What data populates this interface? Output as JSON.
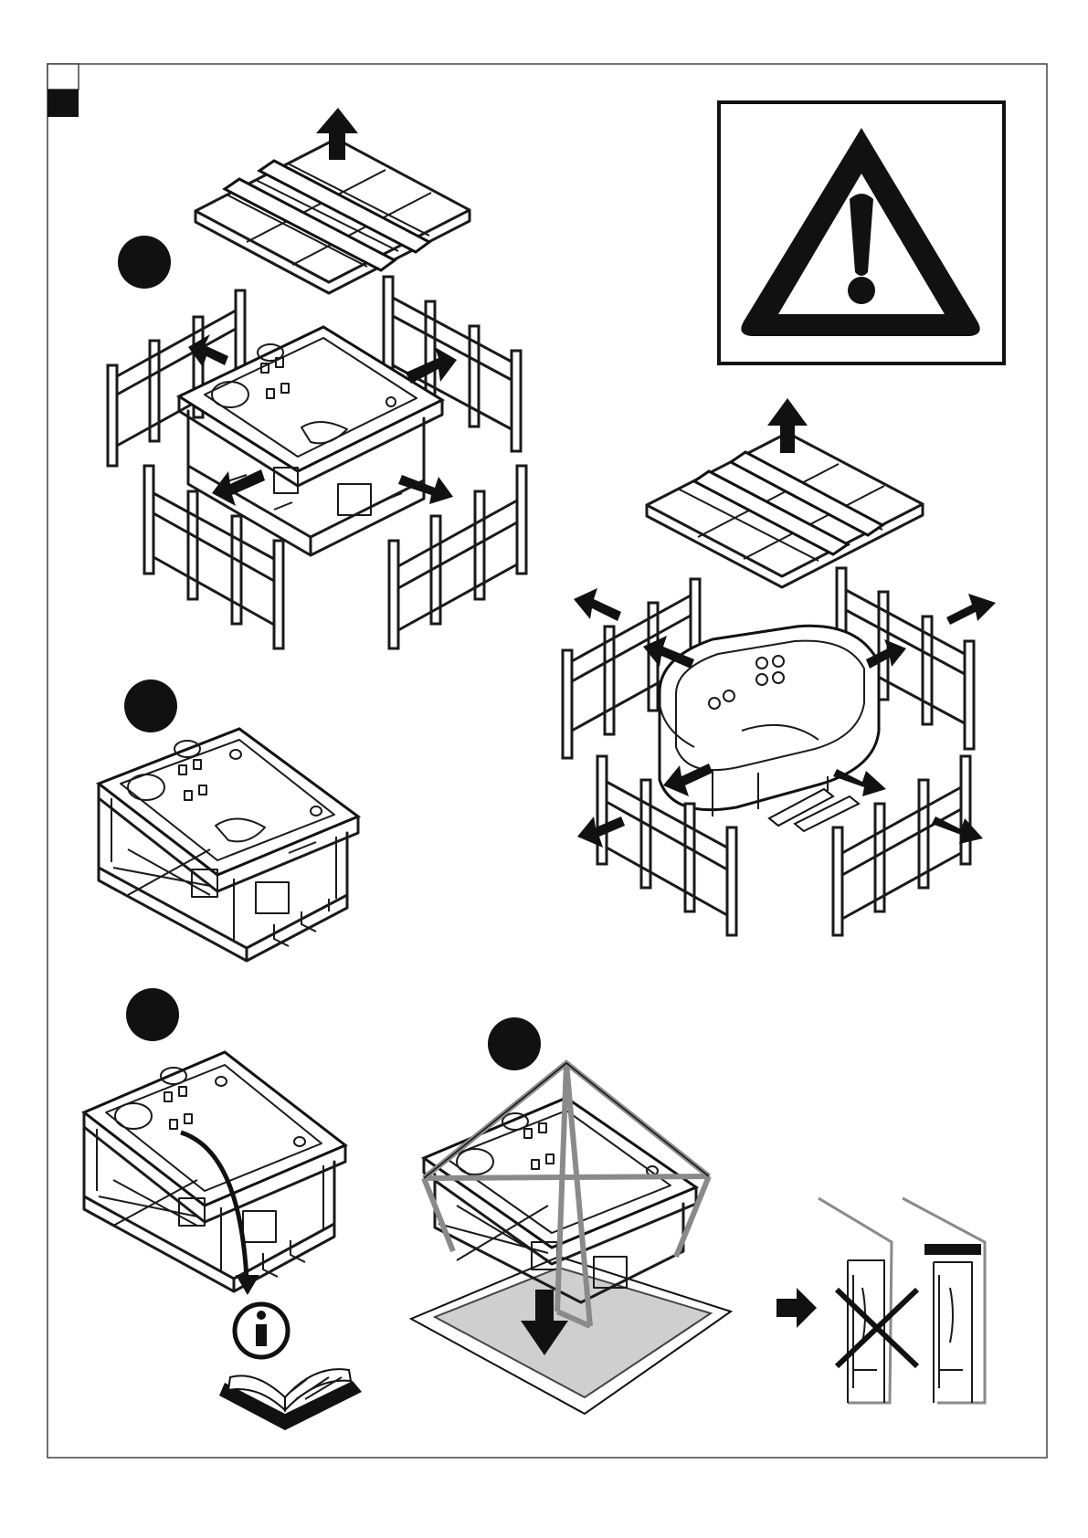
{
  "page": {
    "kind": "installation-instruction-sheet"
  },
  "colors": {
    "ink": "#111111",
    "paper": "#ffffff",
    "frame-gray": "#8a8a8a",
    "floor-gray": "#cfcfcf"
  },
  "icons": {
    "warning": "warning-triangle-icon",
    "info": "info-circle-icon",
    "manual": "open-book-icon",
    "forbidden": "cross-mark-icon"
  },
  "steps": [
    {
      "name": "step-1",
      "marker": "step-1-marker",
      "content": "remove-lid-and-side-panels-rectangular-spa"
    },
    {
      "name": "step-2",
      "marker": "step-2-marker",
      "content": "unpacked-spa-on-pallet"
    },
    {
      "name": "step-3",
      "marker": "step-3-marker",
      "content": "consult-manual"
    },
    {
      "name": "step-4",
      "marker": "step-4-marker",
      "content": "lift-spa-with-sling-onto-base"
    }
  ]
}
